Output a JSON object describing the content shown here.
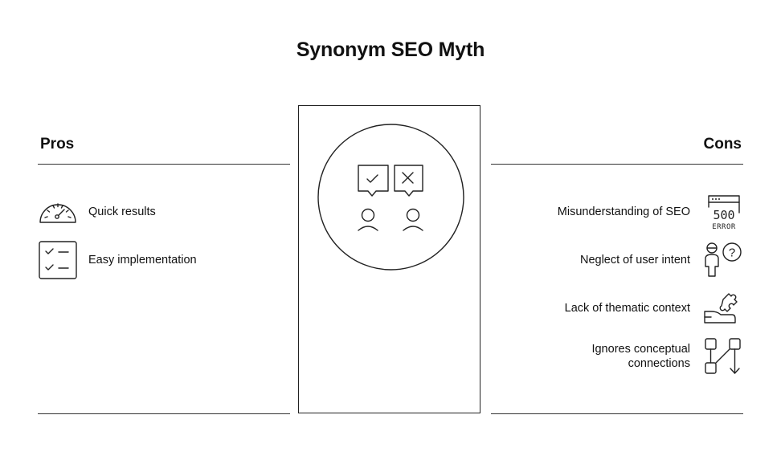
{
  "title": "Synonym SEO Myth",
  "pros": {
    "heading": "Pros",
    "items": [
      {
        "label": "Quick results",
        "icon": "speedometer-icon"
      },
      {
        "label": "Easy implementation",
        "icon": "checklist-icon"
      }
    ]
  },
  "cons": {
    "heading": "Cons",
    "items": [
      {
        "label": "Misunderstanding of SEO",
        "icon": "server-error-icon",
        "icon_text": "500",
        "icon_subtext": "ERROR"
      },
      {
        "label": "Neglect of user intent",
        "icon": "confused-person-icon",
        "icon_text": "?"
      },
      {
        "label": "Lack of thematic context",
        "icon": "puzzle-hand-icon"
      },
      {
        "label": "Ignores conceptual connections",
        "label_lines": [
          "Ignores conceptual",
          "connections"
        ],
        "icon": "flow-diagram-icon"
      }
    ]
  },
  "center": {
    "icon": "people-approve-reject-icon"
  }
}
